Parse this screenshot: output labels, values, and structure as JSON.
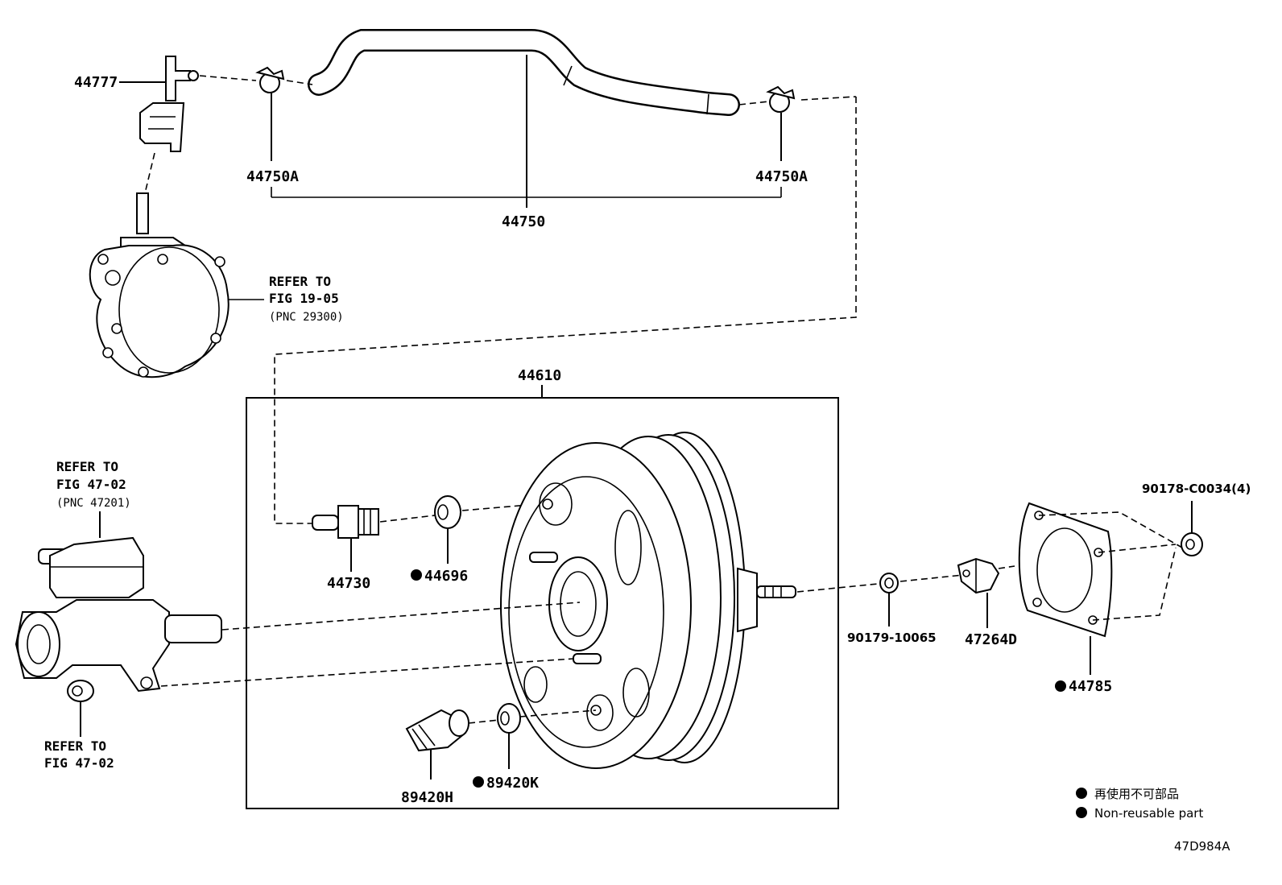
{
  "parts": {
    "p44777": "44777",
    "p44750A_left": "44750A",
    "p44750A_right": "44750A",
    "p44750": "44750",
    "p44610": "44610",
    "p44730": "44730",
    "p44696": "44696",
    "p90178": "90178-C0034(4)",
    "p90179": "90179-10065",
    "p47264D": "47264D",
    "p44785": "44785",
    "p89420H": "89420H",
    "p89420K": "89420K"
  },
  "references": {
    "pump": {
      "line1": "REFER TO",
      "line2": "FIG 19-05",
      "line3": "(PNC 29300)"
    },
    "master_cylinder": {
      "line1": "REFER TO",
      "line2": "FIG 47-02",
      "line3": "(PNC 47201)"
    },
    "plug": {
      "line1": "REFER TO",
      "line2": "FIG 47-02"
    }
  },
  "legend": {
    "japanese": "再使用不可部品",
    "english": "Non-reusable part"
  },
  "figure_code": "47D984A",
  "icons": {
    "non_reusable_marker": "filled-circle-icon"
  }
}
